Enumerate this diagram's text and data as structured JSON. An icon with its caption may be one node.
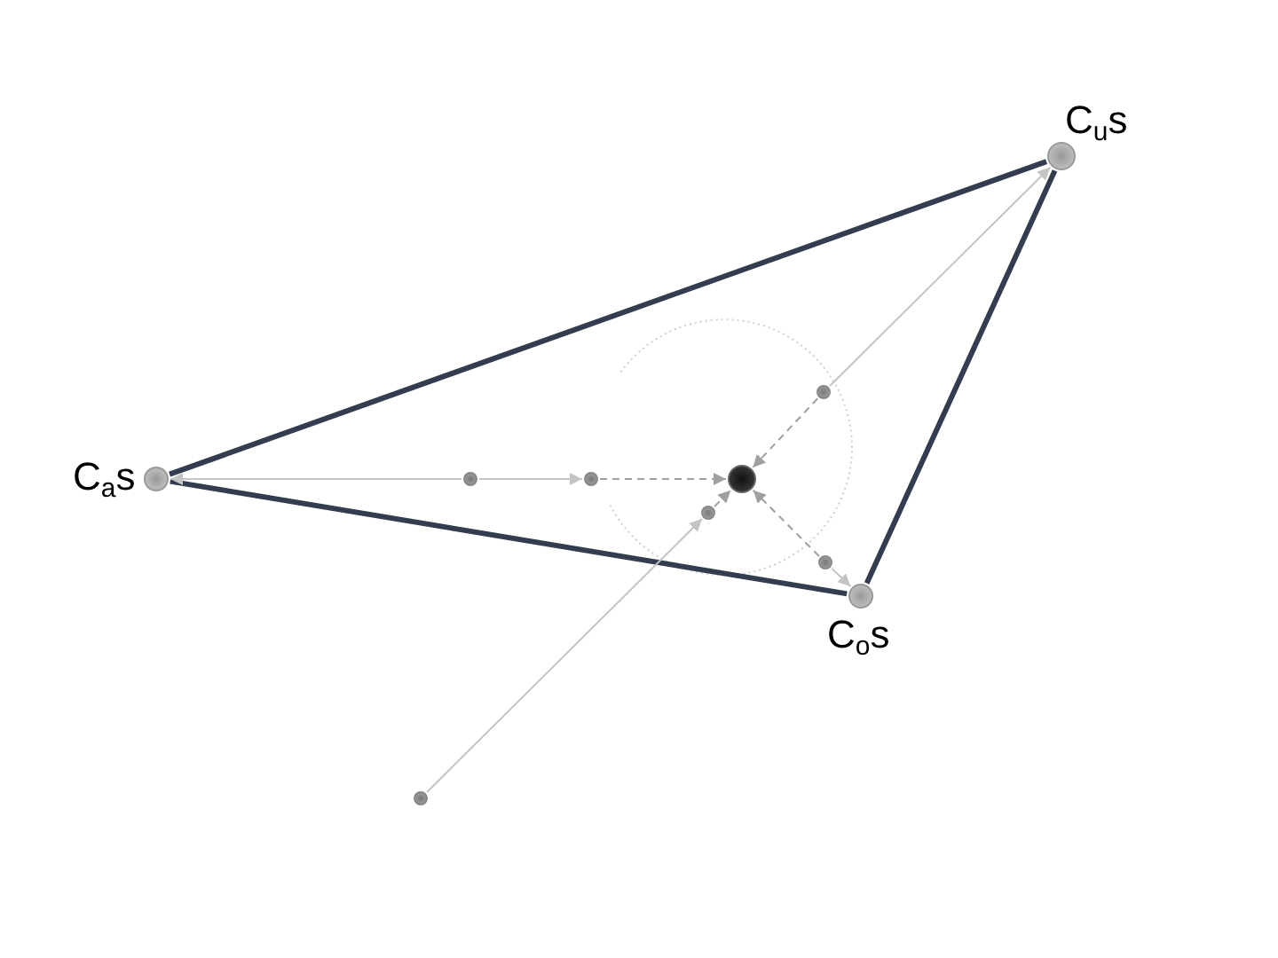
{
  "diagram": {
    "nodes": [
      {
        "text": [
          "C$_{u}$s"
        ]
      },
      {
        "text": [
          "C$_{a}$s"
        ]
      },
      {
        "text": [
          "C$_{o}$s"
        ]
      },
      {
        "text": [],
        "shape": "circle"
      },
      {
        "text": [],
        "shape": "circle"
      },
      {
        "text": [],
        "shape": "circle"
      },
      {
        "text": [],
        "shape": "circle"
      },
      {
        "text": [],
        "shape": "circle"
      },
      {
        "text": [],
        "shape": "circle"
      },
      {
        "text": [],
        "shape": "circle"
      }
    ],
    "edges": [
      {
        "from": 0,
        "to": 1,
        "arrow": "none",
        "style": "thick",
        "color": "#333d4f"
      },
      {
        "from": 1,
        "to": 2,
        "arrow": "none",
        "style": "thick",
        "color": "#333d4f"
      },
      {
        "from": 2,
        "to": 0,
        "arrow": "none",
        "style": "thick",
        "color": "#333d4f"
      },
      {
        "from": 4,
        "to": 0,
        "arrow": "to"
      },
      {
        "from": 6,
        "to": 1,
        "arrow": "to"
      },
      {
        "from": 6,
        "to": 5,
        "arrow": "to"
      },
      {
        "from": 7,
        "to": 2,
        "arrow": "to"
      },
      {
        "from": 9,
        "to": 8,
        "arrow": "to"
      },
      {
        "from": 4,
        "to": 3,
        "arrow": "to",
        "style": "dashed"
      },
      {
        "from": 5,
        "to": 3,
        "arrow": "to",
        "style": "dashed"
      },
      {
        "from": 7,
        "to": 3,
        "arrow": "to",
        "style": "dashed"
      },
      {
        "from": 8,
        "to": 3,
        "arrow": "to",
        "style": "dashed"
      }
    ]
  }
}
